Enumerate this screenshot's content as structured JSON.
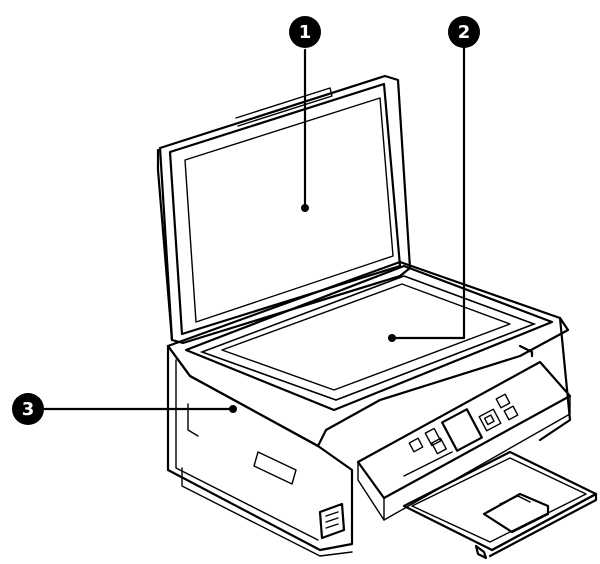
{
  "callouts": [
    {
      "number": "1",
      "part": "document-cover"
    },
    {
      "number": "2",
      "part": "scanner-glass"
    },
    {
      "number": "3",
      "part": "scanner-unit"
    }
  ],
  "colors": {
    "line": "#000000",
    "callout_fill": "#000000",
    "callout_text": "#ffffff",
    "background": "#ffffff"
  }
}
